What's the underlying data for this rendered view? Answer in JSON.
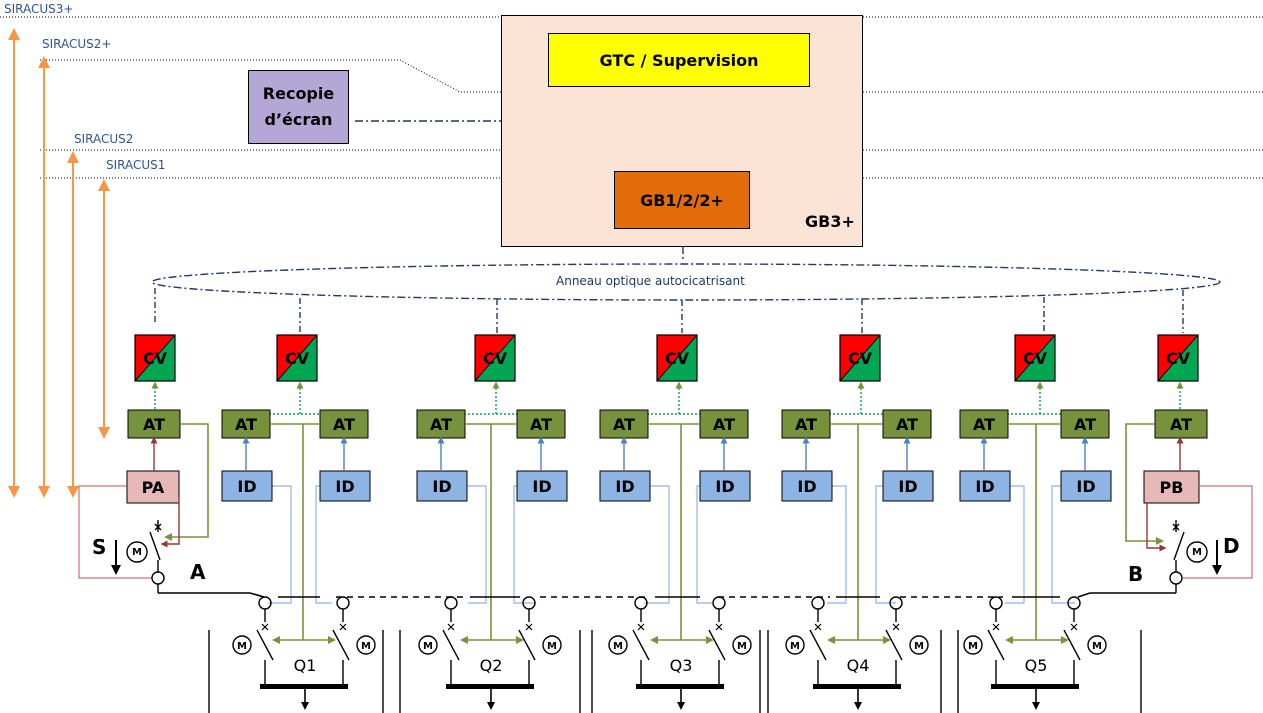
{
  "levels": {
    "siracus3p": "SIRACUS3+",
    "siracus2p": "SIRACUS2+",
    "siracus2": "SIRACUS2",
    "siracus1": "SIRACUS1"
  },
  "boxes": {
    "gtc": "GTC / Supervision",
    "gb": "GB1/2/2+",
    "gb3": "GB3+",
    "recopie_line1": "Recopie",
    "recopie_line2": "d’écran"
  },
  "ring_label": "Anneau optique autocicatrisant",
  "cv_label": "CV",
  "at_label": "AT",
  "id_label": "ID",
  "pa_label": "PA",
  "pb_label": "PB",
  "motor_label": "M",
  "letters": {
    "S": "S",
    "A": "A",
    "B": "B",
    "D": "D"
  },
  "substations": [
    "Q1",
    "Q2",
    "Q3",
    "Q4",
    "Q5"
  ],
  "colors": {
    "level_text": "#2f5496",
    "gtc": "#ffff00",
    "gb": "#e36c0a",
    "recopie": "#b4a7d6",
    "station_bg": "#fbe3d6",
    "at": "#76923c",
    "id": "#8db4e2",
    "pa": "#e6b8b7",
    "cv_red": "#ff0000",
    "cv_green": "#00a651",
    "arrow_orange": "#f79646",
    "green_link": "#77933c",
    "blue_link": "#4f81bd",
    "red_link": "#c0504d"
  }
}
